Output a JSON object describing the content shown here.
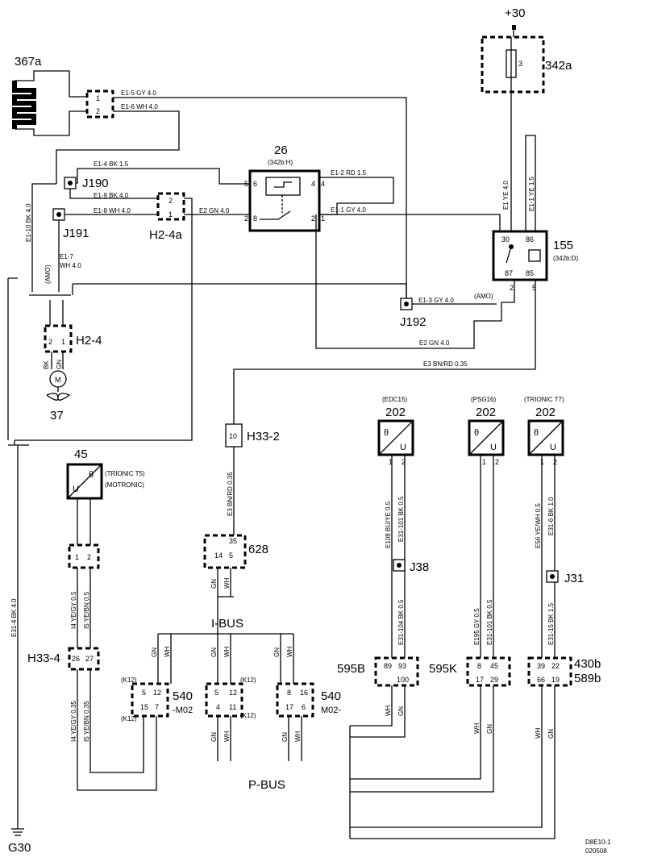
{
  "supply": "+30",
  "ground": "G30",
  "doc_code": {
    "line1": "D8E10-1",
    "line2": "020508"
  },
  "components": {
    "c367a": "367a",
    "c342a": "342a",
    "c342a_pin": "3",
    "c26": "26",
    "c26_sub": "(342b:H)",
    "c155": "155",
    "c155_sub": "(342b:D)",
    "j190": "J190",
    "j191": "J191",
    "j192": "J192",
    "h2_4a": "H2-4a",
    "h2_4": "H2-4",
    "c37": "37",
    "motor": "M",
    "h33_2": "H33-2",
    "c628": "628",
    "c45": "45",
    "c45_sub1": "(TRIONIC T5)",
    "c45_sub2": "(MOTRONIC)",
    "h33_4": "H33-4",
    "j38": "J38",
    "j31": "J31",
    "c595b": "595B",
    "c595k": "595K",
    "c430b": "430b",
    "c589b": "589b",
    "c540a": "540",
    "c540a_sub": "-M02",
    "c540b": "540",
    "c540b_sub": "M02-",
    "ibus": "I-BUS",
    "pbus": "P-BUS",
    "s202a": "202",
    "s202a_sub": "(EDC15)",
    "s202b": "202",
    "s202b_sub": "(PSG16)",
    "s202c": "202",
    "s202c_sub": "(TRIONIC T7)",
    "sensor_u": "U",
    "sensor_theta": "θ"
  },
  "wires": {
    "e15": "E1-5  GY  4.0",
    "e16": "E1-6  WH  4.0",
    "e14": "E1-4  BK  1.5",
    "e19": "E1-9  BK  4.0",
    "e18": "E1-8  WH  4.0",
    "e2": "E2  GN  4.0",
    "e12": "E1-2  RD  1.5",
    "e11": "E1-1  GY  4.0",
    "e1ye": "E1  YE  4.0",
    "e11ye": "E1-1  YE  1.5",
    "e110": "E1-10  BK  4.0",
    "e17": "E1-7",
    "e17b": "WH  4.0",
    "amo1": "(AMO)",
    "amo2": "(AMO)",
    "e13": "E1-3  GY  4.0",
    "e2b": "E2  GN  4.0",
    "e3": "E3  BN/RD  0.35",
    "e3v": "E3  BN/RD  0.35",
    "e314": "E31-4  BK  4.0",
    "i4": "I4  YE/GY  0.5",
    "i5": "I5  YE/BN  0.5",
    "i4b": "I4  YE/GY  0.35",
    "i5b": "I5  YE/BN  0.35",
    "e108": "E108  BU/YE  0.5",
    "e31101a": "E31-101  BK  0.5",
    "e31104": "E31-104  BK  0.5",
    "e195": "E195  GY  0.5",
    "e31101b": "E31-101  BK  0.5",
    "e56": "E56  YE/WH  0.5",
    "e316": "E31-6  BK  1.0",
    "e3115": "E31-15  BK  1.5",
    "bk": "BK",
    "gn": "GN",
    "wh": "WH",
    "k12": "(K12)"
  },
  "pins": {
    "p1": "1",
    "p2": "2",
    "p4": "4",
    "p5": "5",
    "p6": "6",
    "p7": "7",
    "p8": "8",
    "p10": "10",
    "p11": "11",
    "p12": "12",
    "p14": "14",
    "p15": "15",
    "p16": "16",
    "p17": "17",
    "p19": "19",
    "p22": "22",
    "p26": "26",
    "p27": "27",
    "p29": "29",
    "p30": "30",
    "p35": "35",
    "p39": "39",
    "p45": "45",
    "p66": "66",
    "p85": "85",
    "p86": "86",
    "p87": "87",
    "p89": "89",
    "p93": "93",
    "p100": "100"
  }
}
